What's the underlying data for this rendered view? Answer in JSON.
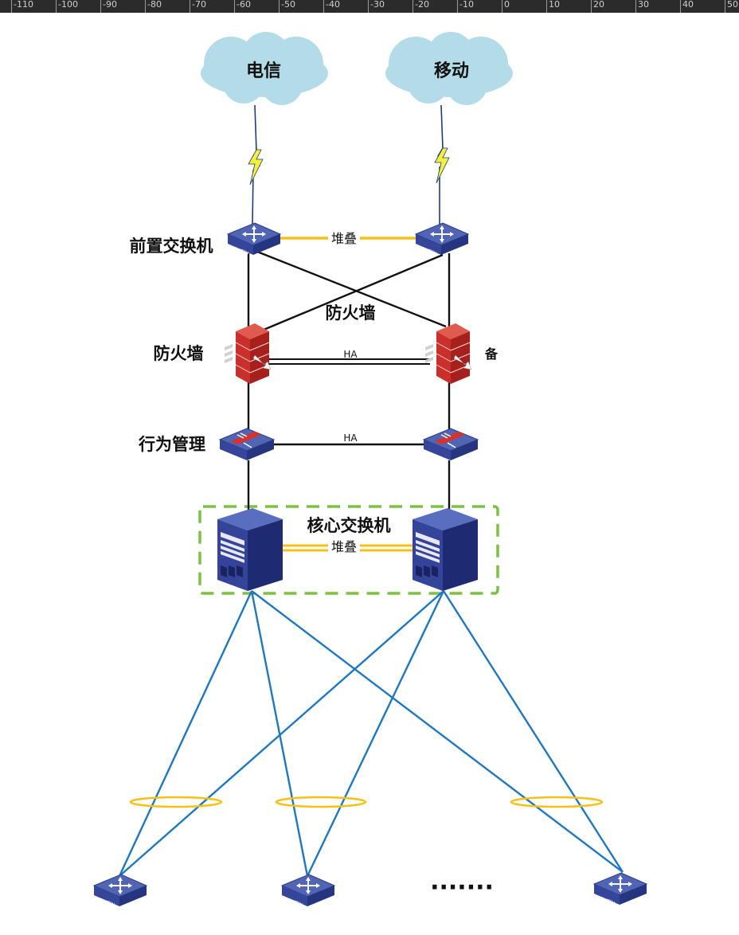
{
  "ruler": {
    "ticks": [
      "-110",
      "-100",
      "-90",
      "-80",
      "-70",
      "-60",
      "-50",
      "-40",
      "-30",
      "-20",
      "-10",
      "0",
      "10",
      "20",
      "30",
      "40",
      "50"
    ]
  },
  "clouds": {
    "left": "电信",
    "right": "移动"
  },
  "labels": {
    "front_switch": "前置交换机",
    "stack_top": "堆叠",
    "firewall_cross": "防火墙",
    "firewall_left": "防火墙",
    "firewall_backup": "备",
    "ha_firewall": "HA",
    "behavior_mgmt": "行为管理",
    "ha_behavior": "HA",
    "core_switch": "核心交换机",
    "stack_core": "堆叠",
    "ellipsis": "·······"
  },
  "icons": {
    "switch_tag": "SWITCH"
  },
  "colors": {
    "cloud": "#b4dce8",
    "device_blue": "#3b4fa3",
    "firewall_red": "#c9302c",
    "stack_yellow": "#f5c018",
    "link_black": "#111111",
    "link_blue": "#1f77c0",
    "group_green": "#7dc142",
    "lightning": "#f3f03a"
  }
}
